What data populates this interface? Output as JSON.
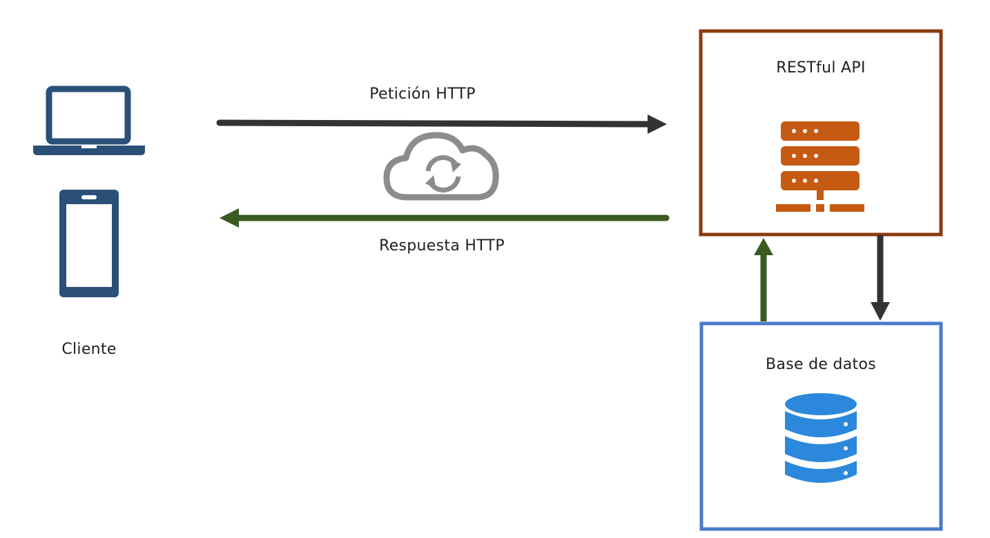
{
  "client": {
    "label": "Cliente",
    "laptop_icon": "laptop-icon",
    "phone_icon": "smartphone-icon"
  },
  "request": {
    "label": "Petición HTTP"
  },
  "response": {
    "label": "Respuesta HTTP"
  },
  "cloud": {
    "icon": "cloud-sync-icon"
  },
  "api": {
    "label": "RESTful API",
    "icon": "server-icon"
  },
  "database": {
    "label": "Base de datos",
    "icon": "database-icon"
  },
  "colors": {
    "device": "#2a5078",
    "request_arrow": "#333333",
    "response_arrow": "#3a5a22",
    "cloud": "#8c8c8c",
    "api_border": "#8b3a0f",
    "server": "#c65a12",
    "db_border": "#4a7acb",
    "db_icon": "#2b88dc"
  }
}
